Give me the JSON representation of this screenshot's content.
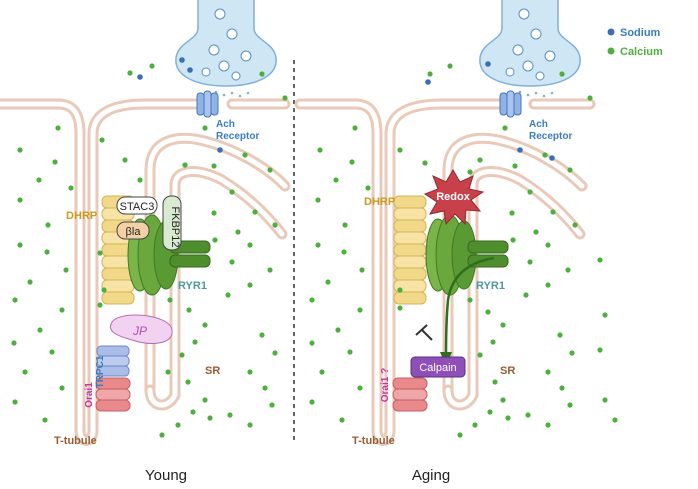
{
  "legend": {
    "sodium": "Sodium",
    "calcium": "Calcium"
  },
  "colors": {
    "sodium": "#3a6fb5",
    "calcium": "#4caf3e",
    "membrane": "#e9c9b8",
    "vesicle": "#cfe6f5",
    "dhrp": "#f2d889",
    "ryr1": "#5a9a35",
    "redox": "#c8414a",
    "calpain": "#8e4fb8",
    "jp": "#f1d2f0",
    "trpc1": "#a9bde8",
    "orai1": "#e9898c",
    "label_brown": "#9a5b32",
    "label_gold": "#c99a1f",
    "label_teal": "#4c9aa0",
    "label_blue": "#3a7cc0",
    "label_magenta": "#c2359a"
  },
  "young": {
    "ach_receptor_line1": "Ach",
    "ach_receptor_line2": "Receptor",
    "dhrp": "DHRP",
    "stac3": "STAC3",
    "beta1a": "βla",
    "fkbp12": "FKBP12",
    "ryr1": "RYR1",
    "jp": "JP",
    "trpc1": "TRPC1",
    "orai1": "Orai1",
    "sr": "SR",
    "t_tubule": "T-tubule",
    "caption": "Young"
  },
  "aging": {
    "ach_receptor_line1": "Ach",
    "ach_receptor_line2": "Receptor",
    "dhrp": "DHRP",
    "redox": "Redox",
    "ryr1": "RYR1",
    "calpain": "Calpain",
    "orai1": "Orai1 ?",
    "sr": "SR",
    "t_tubule": "T-tubule",
    "caption": "Aging"
  }
}
